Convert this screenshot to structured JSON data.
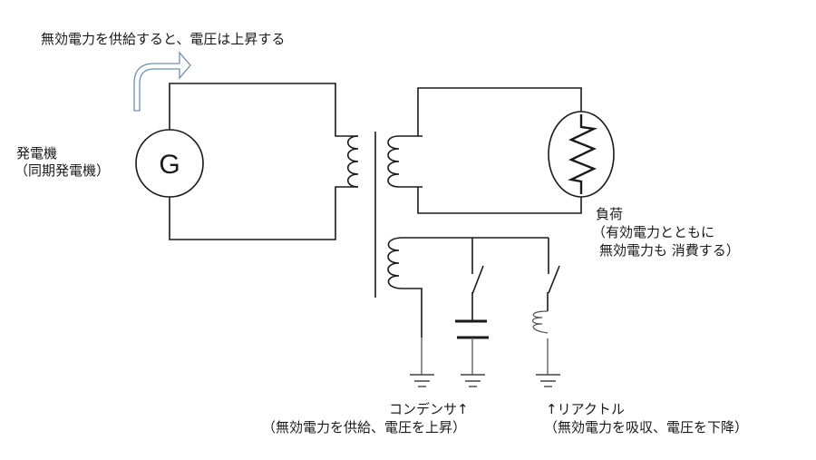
{
  "title": "無効電力を供給すると、電圧は上昇する",
  "generator": {
    "symbol": "G",
    "label_line1": "発電機",
    "label_line2": "（同期発電機）"
  },
  "load": {
    "label_line1": "負荷",
    "label_line2": "（有効電力とともに",
    "label_line3": "無効電力も 消費する）"
  },
  "capacitor": {
    "label_line1": "コンデンサ↑",
    "label_line2": "（無効電力を供給、電圧を上昇）"
  },
  "reactor": {
    "label_line1": "↑リアクトル",
    "label_line2": "（無効電力を吸収、電圧を下降）"
  },
  "colors": {
    "wire": "#1a1a1a",
    "arrow_outline": "#6f8fb5",
    "ground": "#555555"
  }
}
